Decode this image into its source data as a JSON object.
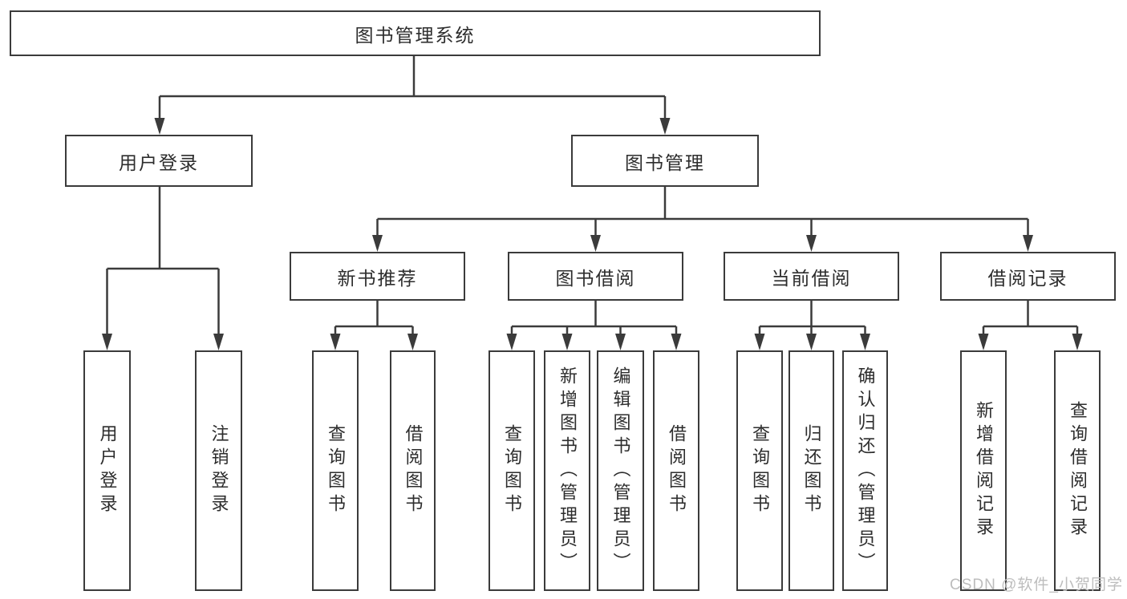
{
  "tree": {
    "label": "图书管理系统",
    "children": [
      {
        "label": "用户登录",
        "children": [
          {
            "label": "用户登录"
          },
          {
            "label": "注销登录"
          }
        ]
      },
      {
        "label": "图书管理",
        "children": [
          {
            "label": "新书推荐",
            "children": [
              {
                "label": "查询图书"
              },
              {
                "label": "借阅图书"
              }
            ]
          },
          {
            "label": "图书借阅",
            "children": [
              {
                "label": "查询图书"
              },
              {
                "label": "新增图书（管理员）"
              },
              {
                "label": "编辑图书（管理员）"
              },
              {
                "label": "借阅图书"
              }
            ]
          },
          {
            "label": "当前借阅",
            "children": [
              {
                "label": "查询图书"
              },
              {
                "label": "归还图书"
              },
              {
                "label": "确认归还（管理员）"
              }
            ]
          },
          {
            "label": "借阅记录",
            "children": [
              {
                "label": "新增借阅记录"
              },
              {
                "label": "查询借阅记录"
              }
            ]
          }
        ]
      }
    ]
  },
  "watermark": {
    "text": "CSDN @软件_小贺同学"
  },
  "colors": {
    "line": "#3b3b3b",
    "text": "#2d2d2d",
    "box_background": "#ffffff",
    "watermark": "#bdbdbd"
  }
}
